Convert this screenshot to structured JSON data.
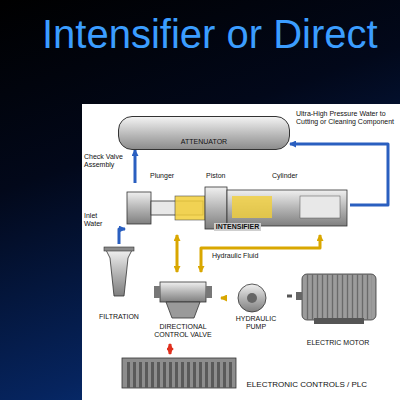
{
  "diagram": {
    "title": "Intensifier or Direct",
    "nodes": [
      {
        "text": [
          "ATTENUATOR"
        ]
      },
      {
        "text": [
          "INTENSIFIER"
        ]
      },
      {
        "text": [
          "FILTRATION"
        ]
      },
      {
        "text": [
          "DIRECTIONAL CONTROL VALVE"
        ]
      },
      {
        "text": [
          "HYDRAULIC PUMP"
        ]
      },
      {
        "text": [
          "ELECTRIC MOTOR"
        ]
      },
      {
        "text": [
          "ELECTRONIC CONTROLS / PLC"
        ]
      }
    ],
    "edges": [
      {
        "from": 2,
        "to": 1,
        "arrow": "to"
      },
      {
        "from": 1,
        "to": 0,
        "arrow": "to"
      },
      {
        "from": 1,
        "to": 0,
        "arrow": "to"
      },
      {
        "from": 4,
        "to": 3,
        "arrow": "to"
      },
      {
        "from": 3,
        "to": 1,
        "arrow": "both"
      },
      {
        "from": 3,
        "to": 1,
        "arrow": "both"
      },
      {
        "from": 5,
        "to": 4,
        "arrow": "none"
      },
      {
        "from": 6,
        "to": 3,
        "arrow": "both"
      }
    ],
    "labels": [
      "Ultra-High Pressure Water to Cutting or Cleaning Component",
      "Check Valve Assembly",
      "Plunger",
      "Piston",
      "Cylinder",
      "Inlet Water",
      "Hydraulic Fluid"
    ]
  }
}
